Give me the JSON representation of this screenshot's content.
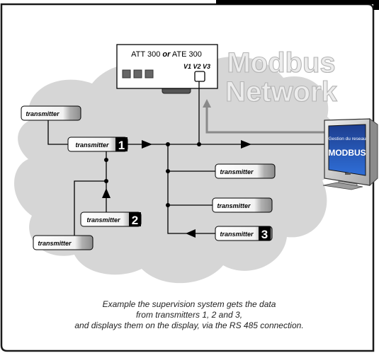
{
  "header_tab": "",
  "device": {
    "title_part1": "ATT 300 ",
    "title_or": "or",
    "title_part2": " ATE 300",
    "ports_label": "V1 V2 V3"
  },
  "overlay": {
    "line1": "Modbus",
    "line2": "Network"
  },
  "transmitter_label": "transmitter",
  "transmitters": [
    {
      "label": "transmitter",
      "number": ""
    },
    {
      "label": "transmitter",
      "number": "1"
    },
    {
      "label": "transmitter",
      "number": ""
    },
    {
      "label": "transmitter",
      "number": ""
    },
    {
      "label": "transmitter",
      "number": "2"
    },
    {
      "label": "transmitter",
      "number": ""
    },
    {
      "label": "transmitter",
      "number": "3"
    }
  ],
  "monitor": {
    "screen_line1": "Gestion du reseau",
    "screen_line2": "MODBUS"
  },
  "caption": {
    "line1": "Example the supervision system gets the data",
    "line2": "from transmitters 1, 2 and 3,",
    "line3": "and displays them on the display, via the RS 485 connection."
  },
  "colors": {
    "cloud": "#d6d6d6",
    "frame": "#1a1a1a",
    "overlay_fill": "#e8e8e8",
    "line": "#000000",
    "feedback_line": "#808080",
    "badge": "#000000"
  }
}
